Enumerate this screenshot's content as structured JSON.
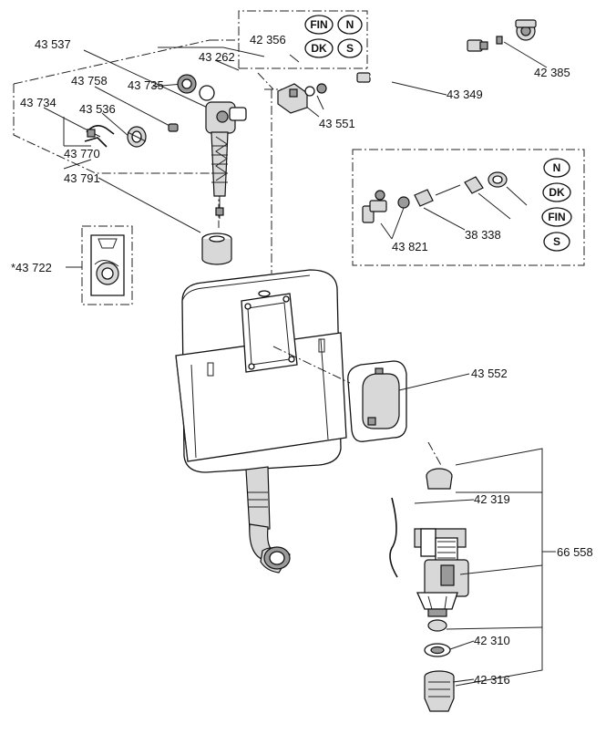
{
  "labels": {
    "l43537": "43 537",
    "l42356": "42 356",
    "l43262": "43 262",
    "l43758": "43 758",
    "l43735": "43 735",
    "l43734": "43 734",
    "l43536": "43 536",
    "l43770": "43 770",
    "l43791": "43 791",
    "l43722": "*43 722",
    "l42385": "42 385",
    "l43349": "43 349",
    "l43551": "43 551",
    "l43821": "43 821",
    "l38338": "38 338",
    "l43552": "43 552",
    "l42319": "42 319",
    "l66558": "66 558",
    "l42310": "42 310",
    "l42316": "42 316"
  },
  "badges_top": {
    "fin": "FIN",
    "n": "N",
    "dk": "DK",
    "s": "S"
  },
  "badges_right": {
    "n": "N",
    "dk": "DK",
    "fin": "FIN",
    "s": "S"
  }
}
